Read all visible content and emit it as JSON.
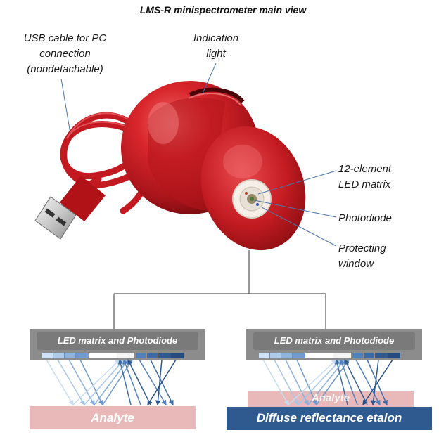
{
  "title": "LMS-R minispectrometer main view",
  "callouts": {
    "usb_cable": [
      "USB cable for PC",
      "connection",
      "(nondetachable)"
    ],
    "indication_light": [
      "Indication",
      "light"
    ],
    "led_matrix": [
      "12-element",
      "LED matrix"
    ],
    "photodiode": "Photodiode",
    "protecting_window": [
      "Protecting",
      "window"
    ]
  },
  "schematics": {
    "left": {
      "module_label": "LED matrix and Photodiode",
      "target_label": "Analyte"
    },
    "right": {
      "module_label": "LED matrix and Photodiode",
      "target_label_back": "Analyte",
      "target_label_front": "Diffuse reflectance etalon"
    }
  },
  "colors": {
    "device_red": "#c8161d",
    "module_gray": "#8a8a8a",
    "analyte_pink": "#e9b8b8",
    "etalon_blue": "#2e5a8f",
    "leader_blue": "#4a74a8"
  }
}
